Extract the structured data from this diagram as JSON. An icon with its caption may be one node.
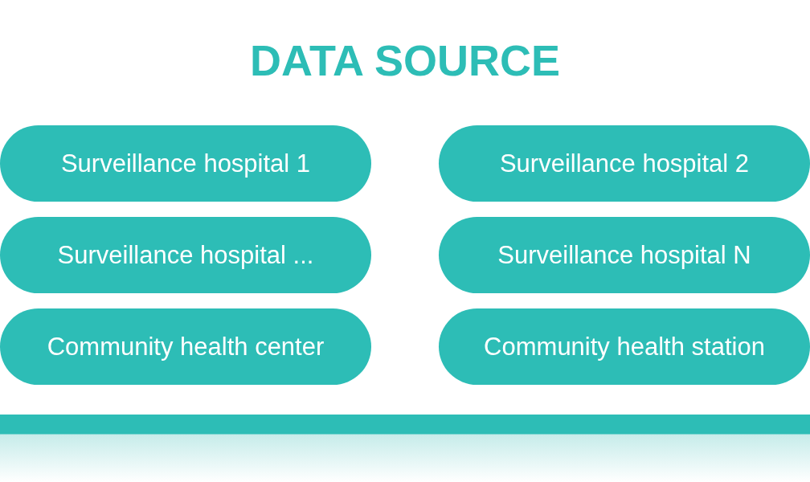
{
  "diagram": {
    "title": "DATA SOURCE",
    "nodes": [
      {
        "text": [
          "Surveillance hospital 1"
        ]
      },
      {
        "text": [
          "Surveillance hospital 2"
        ]
      },
      {
        "text": [
          "Surveillance hospital ..."
        ]
      },
      {
        "text": [
          "Surveillance hospital N"
        ]
      },
      {
        "text": [
          "Community health center"
        ]
      },
      {
        "text": [
          "Community health station"
        ]
      }
    ]
  }
}
